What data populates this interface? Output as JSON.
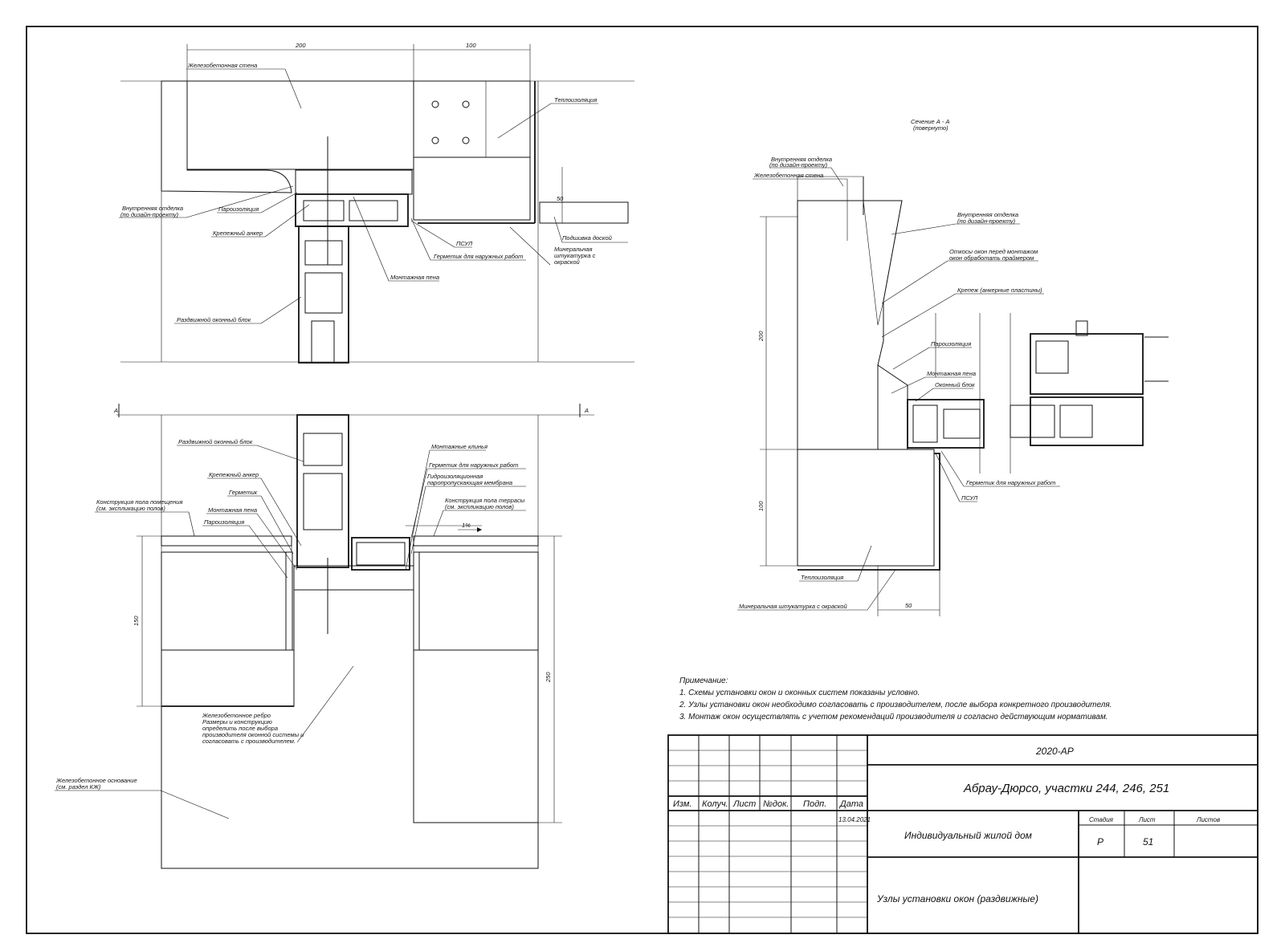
{
  "section_title": [
    "Сечение А - А",
    "(повернуто)"
  ],
  "section_marks": [
    "А",
    "А"
  ],
  "slope": "1%",
  "labels_top": {
    "wall": "Железобетонная стена",
    "insulation": "Теплоизоляция",
    "inner_finish": [
      "Внутренняя отделка",
      "(по дизайн-проекту)"
    ],
    "vapor": "Пароизоляция",
    "anchor": "Крепежный анкер",
    "psul": "ПСУЛ",
    "sealant_ext": "Герметик для наружных работ",
    "plaster": [
      "Минеральная",
      "штукатурка с",
      "окраской"
    ],
    "foam": "Монтажная пена",
    "board": "Подшивка доской",
    "window": "Раздвижной оконный блок"
  },
  "labels_bottom": {
    "window": "Раздвижной оконный блок",
    "wedges": "Монтажные клинья",
    "sealant_ext": "Герметик для наружных работ",
    "membrane": [
      "Гидроизоляционная",
      "паропропускающая мембрана"
    ],
    "anchor": "Крепежный анкер",
    "sealant": "Герметик",
    "floor_room": [
      "Конструкция пола помещения",
      "(см. экспликацию полов)"
    ],
    "floor_terrace": [
      "Конструкция пола террасы",
      "(см. экспликацию полов)"
    ],
    "foam": "Монтажная пена",
    "vapor": "Пароизоляция",
    "rib": [
      "Железобетонное ребро",
      "Размеры и конструкцию",
      "определить после выбора",
      "производителя оконной системы и",
      "согласовать с производителем."
    ],
    "base": [
      "Железобетонное основание",
      "(см. раздел КЖ)"
    ]
  },
  "labels_right": {
    "inner_finish1": [
      "Внутренняя отделка",
      "(по дизайн-проекту)"
    ],
    "wall": "Железобетонная стена",
    "inner_finish2": [
      "Внутренняя отделка",
      "(по дизайн-проекту)"
    ],
    "primer": [
      "Откосы окон перед монтажом",
      "окон обработать праймером"
    ],
    "fixing": "Крепеж (анкерные пластины)",
    "vapor": "Пароизоляция",
    "foam": "Монтажная пена",
    "window": "Оконный блок",
    "sealant_ext": "Герметик для наружных работ",
    "psul": "ПСУЛ",
    "insulation": "Теплоизоляция",
    "plaster": "Минеральная штукатурка с окраской"
  },
  "dims": {
    "top_200": "200",
    "top_100": "100",
    "top_50": "50",
    "bot_150": "150",
    "bot_250": "250",
    "right_200": "200",
    "right_100": "100",
    "right_50": "50"
  },
  "notes": {
    "heading": "Примечание:",
    "items": [
      "1. Схемы установки окон и оконных систем показаны условно.",
      "2. Узлы установки окон необходимо согласовать с производителем, после выбора конкретного производителя.",
      "3. Монтаж окон осуществлять с учетом рекомендаций производителя и согласно действующим нормативам."
    ]
  },
  "title_block": {
    "code": "2020-АР",
    "project": "Абрау-Дюрсо, участки 244, 246, 251",
    "building": "Индивидуальный жилой дом",
    "sheet_title": "Узлы установки окон (раздвижные)",
    "cols": [
      "Изм.",
      "Колуч.",
      "Лист",
      "№док.",
      "Подп.",
      "Дата"
    ],
    "date": "13.04.2021",
    "stage_label": "Стадия",
    "sheet_label": "Лист",
    "sheets_label": "Листов",
    "stage": "Р",
    "sheet": "51",
    "sheets": ""
  }
}
